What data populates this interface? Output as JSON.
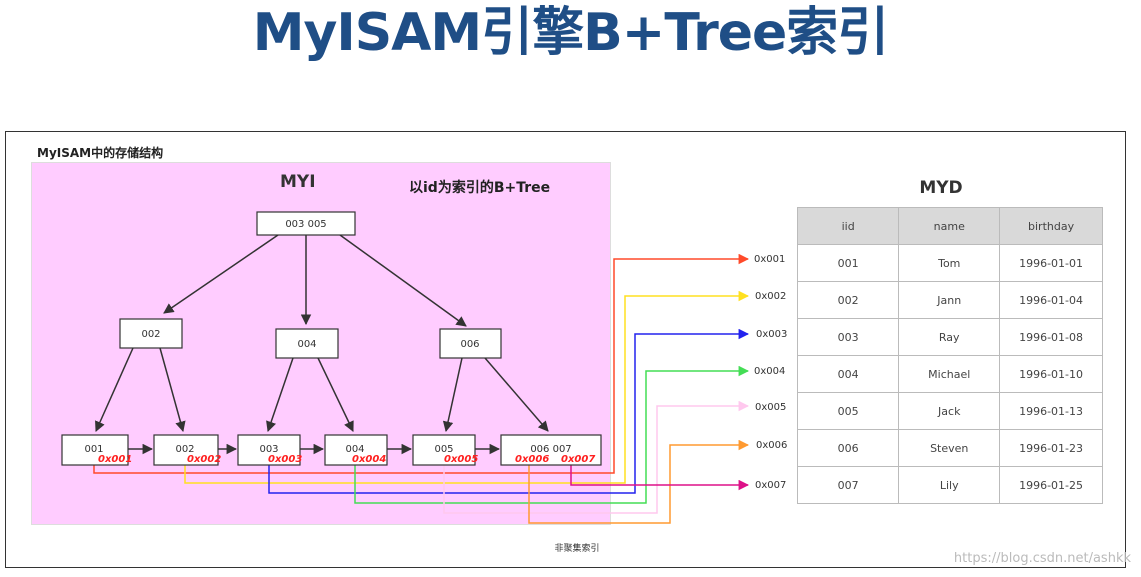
{
  "slide": {
    "title": "MyISAM引擎B+Tree索引"
  },
  "frame": {
    "title": "MyISAM中的存储结构",
    "caption": "非聚集索引",
    "watermark": "https://blog.csdn.net/ashkk"
  },
  "myi": {
    "label": "MYI",
    "tree_label": "以id为索引的B+Tree",
    "root": "003  005",
    "internal": [
      "002",
      "004",
      "006"
    ],
    "leaves": [
      "001",
      "002",
      "003",
      "004",
      "005",
      "006  007"
    ],
    "pointers": [
      "0x001",
      "0x002",
      "0x003",
      "0x004",
      "0x005",
      "0x006",
      "0x007"
    ]
  },
  "links": [
    {
      "address": "0x001",
      "color": "#ff4a2a"
    },
    {
      "address": "0x002",
      "color": "#ffe020"
    },
    {
      "address": "0x003",
      "color": "#2222ee"
    },
    {
      "address": "0x004",
      "color": "#44dd55"
    },
    {
      "address": "0x005",
      "color": "#ffc8ee"
    },
    {
      "address": "0x006",
      "color": "#ff9a30"
    },
    {
      "address": "0x007",
      "color": "#dd1188"
    }
  ],
  "myd": {
    "label": "MYD",
    "columns": [
      "iid",
      "name",
      "birthday"
    ],
    "rows": [
      [
        "001",
        "Tom",
        "1996-01-01"
      ],
      [
        "002",
        "Jann",
        "1996-01-04"
      ],
      [
        "003",
        "Ray",
        "1996-01-08"
      ],
      [
        "004",
        "Michael",
        "1996-01-10"
      ],
      [
        "005",
        "Jack",
        "1996-01-13"
      ],
      [
        "006",
        "Steven",
        "1996-01-23"
      ],
      [
        "007",
        "Lily",
        "1996-01-25"
      ]
    ]
  }
}
